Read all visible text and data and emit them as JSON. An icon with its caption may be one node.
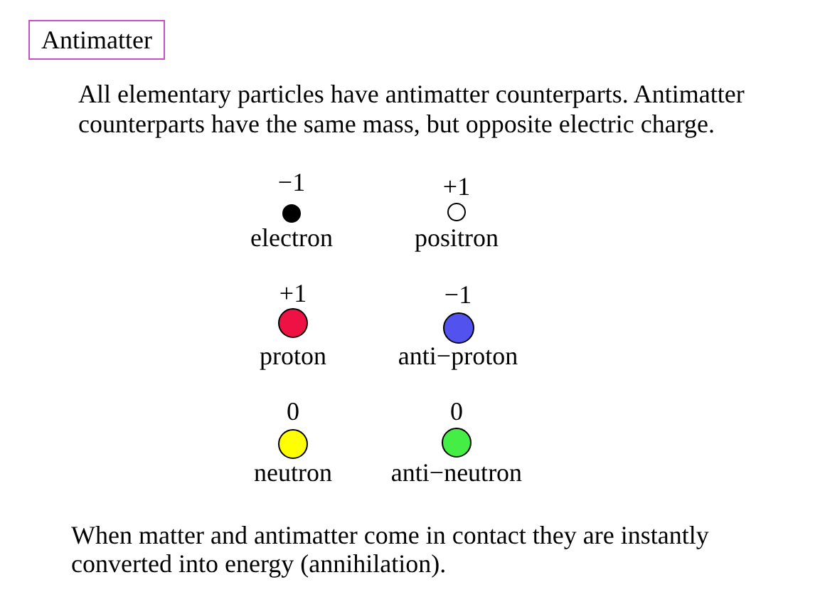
{
  "diagram": {
    "title": "Antimatter",
    "nodes": [
      {
        "text": [],
        "shape": "circle",
        "beside": [
          "−1",
          "electron"
        ]
      },
      {
        "text": [],
        "shape": "circle",
        "beside": [
          "+1",
          "positron"
        ]
      },
      {
        "text": [],
        "shape": "circle",
        "beside": [
          "+1",
          "proton"
        ]
      },
      {
        "text": [],
        "shape": "circle",
        "beside": [
          "−1",
          "anti−proton"
        ]
      },
      {
        "text": [],
        "shape": "circle",
        "beside": [
          "0",
          "neutron"
        ]
      },
      {
        "text": [],
        "shape": "circle",
        "beside": [
          "0",
          "anti−neutron"
        ]
      }
    ],
    "labels": [
      "All elementary particles have antimatter counterparts. Antimatter counterparts have the same mass, but opposite electric charge.",
      "When matter and antimatter come in contact they are instantly converted into energy (annihilation)."
    ]
  }
}
